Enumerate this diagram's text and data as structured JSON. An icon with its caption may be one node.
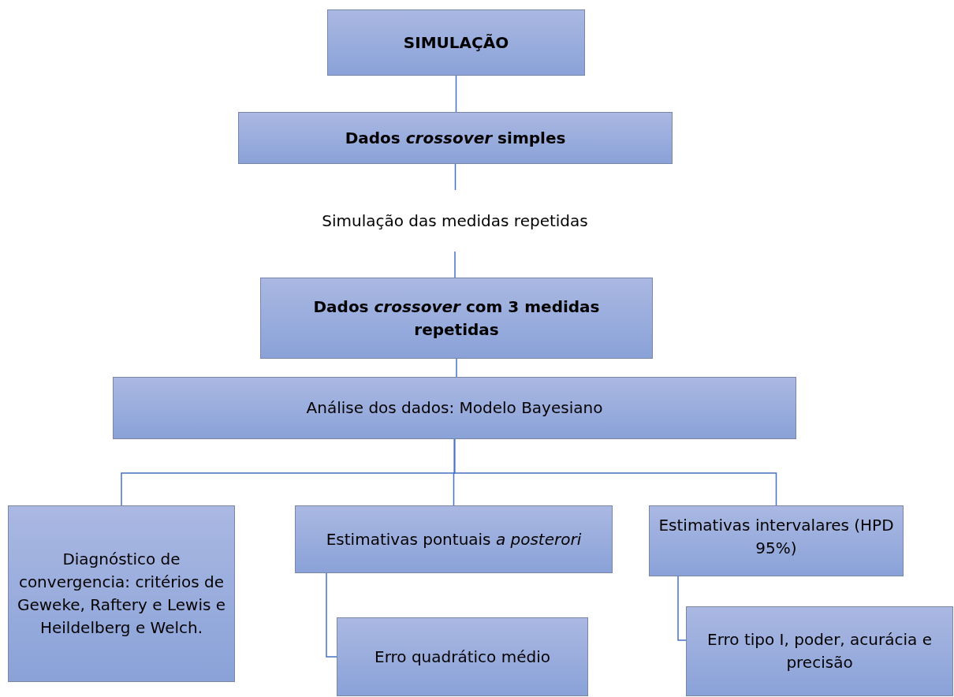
{
  "diagram": {
    "nodes": [
      {
        "text": [
          "SIMULAÇÃO"
        ]
      },
      {
        "text": [
          "Dados *crossover* simples"
        ]
      },
      {
        "text": [
          "Simulação das medidas repetidas"
        ]
      },
      {
        "text": [
          "Dados *crossover* com 3 medidas repetidas"
        ]
      },
      {
        "text": [
          "Análise dos dados: Modelo Bayesiano"
        ]
      },
      {
        "text": [
          "Diagnóstico de convergencia: critérios de Geweke, Raftery e Lewis e Heildelberg e Welch."
        ]
      },
      {
        "text": [
          "Estimativas pontuais *a posterori*"
        ]
      },
      {
        "text": [
          "Estimativas intervalares (HPD 95%)"
        ]
      },
      {
        "text": [
          "Erro quadrático médio"
        ]
      },
      {
        "text": [
          "Erro tipo I,  poder, acurácia e  precisão"
        ]
      }
    ],
    "edges": [
      {
        "from": 0,
        "to": 1,
        "arrow": "none"
      },
      {
        "from": 1,
        "to": 2,
        "arrow": "none"
      },
      {
        "from": 2,
        "to": 3,
        "arrow": "none"
      },
      {
        "from": 3,
        "to": 4,
        "arrow": "none"
      },
      {
        "from": 4,
        "to": 5,
        "arrow": "none"
      },
      {
        "from": 4,
        "to": 6,
        "arrow": "none"
      },
      {
        "from": 4,
        "to": 7,
        "arrow": "none"
      },
      {
        "from": 6,
        "to": 8,
        "arrow": "none"
      },
      {
        "from": 7,
        "to": 9,
        "arrow": "none"
      }
    ]
  }
}
